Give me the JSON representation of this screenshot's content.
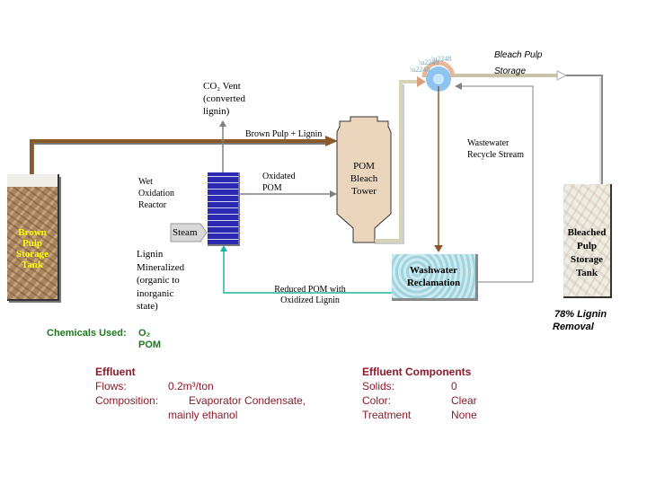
{
  "colors": {
    "brown_pulp_line": "#8b5a2b",
    "recycle_line": "#20b2a0",
    "grey_line": "#808080",
    "chemicals_text": "#1a7a1a",
    "effluent_text": "#8b1a2b",
    "brown_tank_label": "#ffff00"
  },
  "labels": {
    "co2_vent": [
      "CO₂ Vent",
      "(converted",
      "lignin)"
    ],
    "brown_pulp_lignin": "Brown Pulp + Lignin",
    "wet_oxidation_reactor": [
      "Wet",
      "Oxidation",
      "Reactor"
    ],
    "oxidated_pom": [
      "Oxidated",
      "POM"
    ],
    "pom_bleach_tower": [
      "POM",
      "Bleach",
      "Tower"
    ],
    "steam": "Steam",
    "lignin_mineralized": [
      "Lignin",
      "Mineralized",
      "(organic to",
      "inorganic",
      "state)"
    ],
    "reduced_pom": [
      "Reduced POM with",
      "Oxidized Lignin"
    ],
    "washwater_reclamation": [
      "Washwater",
      "Reclamation"
    ],
    "wastewater_recycle": [
      "Wastewater",
      "Recycle Stream"
    ],
    "bleach_pulp_storage": [
      "Bleach Pulp",
      "Storage"
    ],
    "brown_pulp_tank": [
      "Brown",
      "Pulp",
      "Storage",
      "Tank"
    ],
    "bleached_pulp_tank": [
      "Bleached",
      "Pulp",
      "Storage",
      "Tank"
    ],
    "lignin_removal": [
      "78% Lignin",
      "Removal"
    ]
  },
  "chemicals": {
    "label": "Chemicals Used:",
    "items": [
      "O₂",
      "POM"
    ]
  },
  "effluent": {
    "title": "Effluent",
    "flows_label": "Flows:",
    "flows_value": "0.2m³/ton",
    "composition_label": "Composition:",
    "composition_value": [
      "Evaporator Condensate,",
      "mainly ethanol"
    ]
  },
  "effluent_components": {
    "title": "Effluent Components",
    "rows": [
      {
        "label": "Solids:",
        "value": "0"
      },
      {
        "label": "Color:",
        "value": "Clear"
      },
      {
        "label": "Treatment",
        "value": "None"
      }
    ]
  }
}
